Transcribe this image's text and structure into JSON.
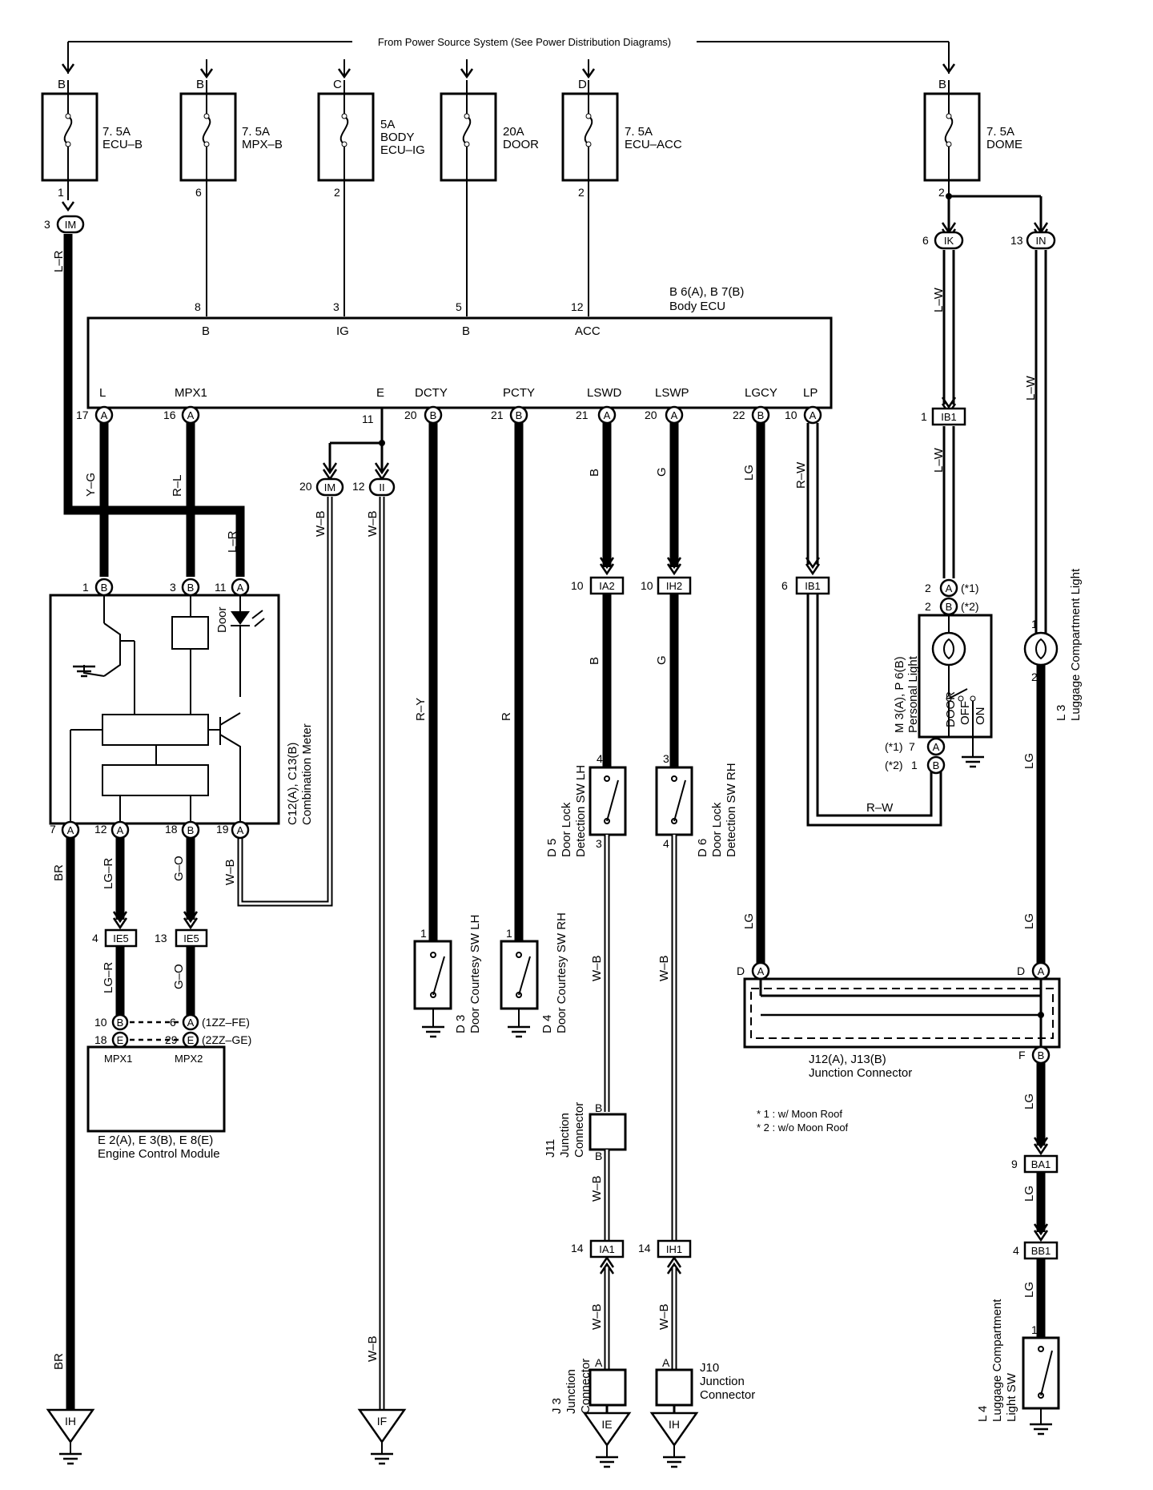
{
  "header": {
    "power_source": "From Power Source System (See Power Distribution Diagrams)"
  },
  "fuses": [
    {
      "id": "ecu-b",
      "source": "B",
      "rating": "7. 5A",
      "name": "ECU–B",
      "pin": "1"
    },
    {
      "id": "mpx-b",
      "source": "B",
      "rating": "7. 5A",
      "name": "MPX–B",
      "pin": "6"
    },
    {
      "id": "body-ecu-ig",
      "source": "C",
      "rating": "5A",
      "name": "BODY",
      "name2": "ECU–IG",
      "pin": "2"
    },
    {
      "id": "door",
      "source": "",
      "rating": "20A",
      "name": "DOOR",
      "pin": ""
    },
    {
      "id": "ecu-acc",
      "source": "D",
      "rating": "7. 5A",
      "name": "ECU–ACC",
      "pin": "2"
    },
    {
      "id": "dome",
      "source": "B",
      "rating": "7. 5A",
      "name": "DOME",
      "pin": "2"
    }
  ],
  "body_ecu": {
    "code": "B 6(A), B 7(B)",
    "name": "Body ECU",
    "top_terminals": [
      {
        "pin": "8",
        "label": "B"
      },
      {
        "pin": "3",
        "label": "IG"
      },
      {
        "pin": "5",
        "label": "B"
      },
      {
        "pin": "12",
        "label": "ACC"
      }
    ],
    "bottom_terminals": [
      {
        "pin": "17",
        "conn": "A",
        "label": "L"
      },
      {
        "pin": "16",
        "conn": "A",
        "label": "MPX1"
      },
      {
        "pin": "11",
        "conn": "",
        "label": "E"
      },
      {
        "pin": "20",
        "conn": "B",
        "label": "DCTY"
      },
      {
        "pin": "21",
        "conn": "B",
        "label": "PCTY"
      },
      {
        "pin": "21",
        "conn": "A",
        "label": "LSWD"
      },
      {
        "pin": "20",
        "conn": "A",
        "label": "LSWP"
      },
      {
        "pin": "22",
        "conn": "B",
        "label": "LGCY"
      },
      {
        "pin": "10",
        "conn": "A",
        "label": "LP"
      }
    ]
  },
  "combination_meter": {
    "code": "C12(A), C13(B)",
    "name": "Combination Meter",
    "door_label": "Door",
    "top_pins": [
      {
        "pin": "1",
        "conn": "B"
      },
      {
        "pin": "3",
        "conn": "B"
      },
      {
        "pin": "11",
        "conn": "A"
      }
    ],
    "bottom_pins": [
      {
        "pin": "7",
        "conn": "A"
      },
      {
        "pin": "12",
        "conn": "A"
      },
      {
        "pin": "18",
        "conn": "B"
      },
      {
        "pin": "19",
        "conn": "A"
      }
    ]
  },
  "ecm": {
    "code": "E 2(A), E 3(B), E 8(E)",
    "name": "Engine Control Module",
    "terminals": [
      "MPX1",
      "MPX2"
    ],
    "pins_left": [
      {
        "pin": "10",
        "conn": "B"
      },
      {
        "pin": "18",
        "conn": "E"
      }
    ],
    "pins_right": [
      {
        "pin": "6",
        "conn": "A",
        "note": "(1ZZ–FE)"
      },
      {
        "pin": "29",
        "conn": "E",
        "note": "(2ZZ–GE)"
      }
    ]
  },
  "connectors": {
    "im_left": {
      "pin": "3",
      "code": "IM"
    },
    "ik": {
      "pin": "6",
      "code": "IK"
    },
    "in": {
      "pin": "13",
      "code": "IN"
    },
    "im_ground": {
      "pin": "20",
      "code": "IM"
    },
    "ii": {
      "pin": "12",
      "code": "II"
    },
    "ib1_top": {
      "pin": "1",
      "code": "IB1"
    },
    "ib1_mid": {
      "pin": "6",
      "code": "IB1"
    },
    "ia2": {
      "pin": "10",
      "code": "IA2"
    },
    "ih2": {
      "pin": "10",
      "code": "IH2"
    },
    "ie5_left": {
      "pin": "4",
      "code": "IE5"
    },
    "ie5_right": {
      "pin": "13",
      "code": "IE5"
    },
    "ia1": {
      "pin": "14",
      "code": "IA1"
    },
    "ih1": {
      "pin": "14",
      "code": "IH1"
    },
    "ba1": {
      "pin": "9",
      "code": "BA1"
    },
    "bb1": {
      "pin": "4",
      "code": "BB1"
    }
  },
  "wire_colors": {
    "l_r": "L–R",
    "y_g": "Y–G",
    "r_l": "R–L",
    "l_r2": "L–R",
    "w_b_im": "W–B",
    "w_b_ii": "W–B",
    "b_lswd": "B",
    "g_lswp": "G",
    "lg_lgcy": "LG",
    "r_w_lp": "R–W",
    "l_w1": "L–W",
    "l_w2": "L–W",
    "l_w3": "L–W",
    "r_y": "R–Y",
    "r_pcty": "R",
    "b_d5": "B",
    "g_d6": "G",
    "lg_r1": "LG–R",
    "g_o1": "G–O",
    "w_b_meter": "W–B",
    "lg_r2": "LG–R",
    "g_o2": "G–O",
    "br1": "BR",
    "br2": "BR",
    "w_b_if": "W–B",
    "w_b_d5": "W–B",
    "w_b_d6": "W–B",
    "w_b_j11": "W–B",
    "w_b_ia1": "W–B",
    "w_b_ih1": "W–B",
    "lg_l3": "LG",
    "lg_j12": "LG",
    "lg_lg2": "LG",
    "lg_ba1": "LG",
    "lg_bb1": "LG",
    "lg_bb1b": "LG",
    "r_w_bottom": "R–W"
  },
  "switches": {
    "d3": {
      "code": "D 3",
      "name": "Door Courtesy SW LH",
      "pin": "1"
    },
    "d4": {
      "code": "D 4",
      "name": "Door Courtesy SW RH",
      "pin": "1"
    },
    "d5": {
      "code": "D 5",
      "name1": "Door Lock",
      "name2": "Detection SW LH",
      "pin_top": "4",
      "pin_bottom": "3"
    },
    "d6": {
      "code": "D 6",
      "name1": "Door Lock",
      "name2": "Detection SW RH",
      "pin_top": "3",
      "pin_bottom": "4"
    },
    "l4": {
      "code": "L 4",
      "name1": "Luggage Compartment",
      "name2": "Light SW",
      "pin": "1"
    }
  },
  "personal_light": {
    "code": "M 3(A), P 6(B)",
    "name": "Personal Light",
    "positions": [
      "DOOR",
      "OFF",
      "ON"
    ],
    "pins": [
      {
        "pin": "2",
        "conn": "A",
        "note": "(*1)"
      },
      {
        "pin": "2",
        "conn": "B",
        "note": "(*2)"
      },
      {
        "pin": "7",
        "conn": "A",
        "note": "(*1)"
      },
      {
        "pin": "1",
        "conn": "B",
        "note": "(*2)"
      }
    ]
  },
  "luggage_light": {
    "code": "L 3",
    "name": "Luggage Compartment Light",
    "pin_top": "1",
    "pin_bottom": "2"
  },
  "junction_connectors": {
    "j12": {
      "code": "J12(A), J13(B)",
      "name": "Junction Connector",
      "pin_d1": "D",
      "conn_d1": "A",
      "pin_d2": "D",
      "conn_d2": "A",
      "pin_f": "F",
      "conn_f": "B"
    },
    "j11": {
      "code": "J11",
      "name1": "Junction",
      "name2": "Connector",
      "pin_top": "B",
      "pin_bottom": "B"
    },
    "j3": {
      "code": "J 3",
      "name1": "Junction",
      "name2": "Connector",
      "pin": "A"
    },
    "j10": {
      "code": "J10",
      "name1": "Junction",
      "name2": "Connector",
      "pin": "A"
    }
  },
  "grounds": [
    "IH",
    "IF",
    "IE",
    "IH"
  ],
  "notes": [
    "* 1 : w/ Moon Roof",
    "* 2 : w/o Moon Roof"
  ]
}
